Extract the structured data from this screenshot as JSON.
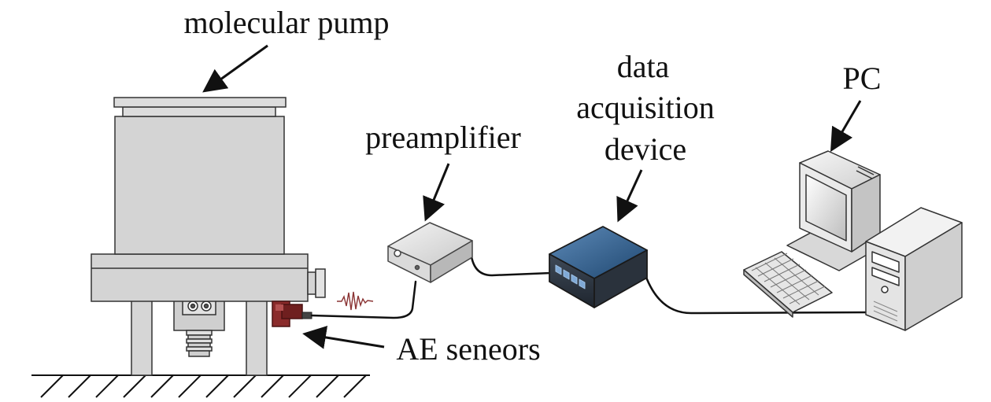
{
  "labels": {
    "molecular_pump": "molecular pump",
    "preamplifier": "preamplifier",
    "daq_line1": "data",
    "daq_line2": "acquisition",
    "daq_line3": "device",
    "pc": "PC",
    "ae_sensors": "AE seneors"
  },
  "colors": {
    "pump_gray": "#d4d4d4",
    "outline": "#333333",
    "sensor_red": "#8a2b2b",
    "daq_blue": "#2e5f8f",
    "cable": "#111111"
  },
  "icons": {
    "pump": "turbo-molecular-pump",
    "preamp": "preamplifier-box",
    "daq": "daq-box",
    "pc": "desktop-computer",
    "sensor": "ae-sensor",
    "signal": "waveform"
  }
}
